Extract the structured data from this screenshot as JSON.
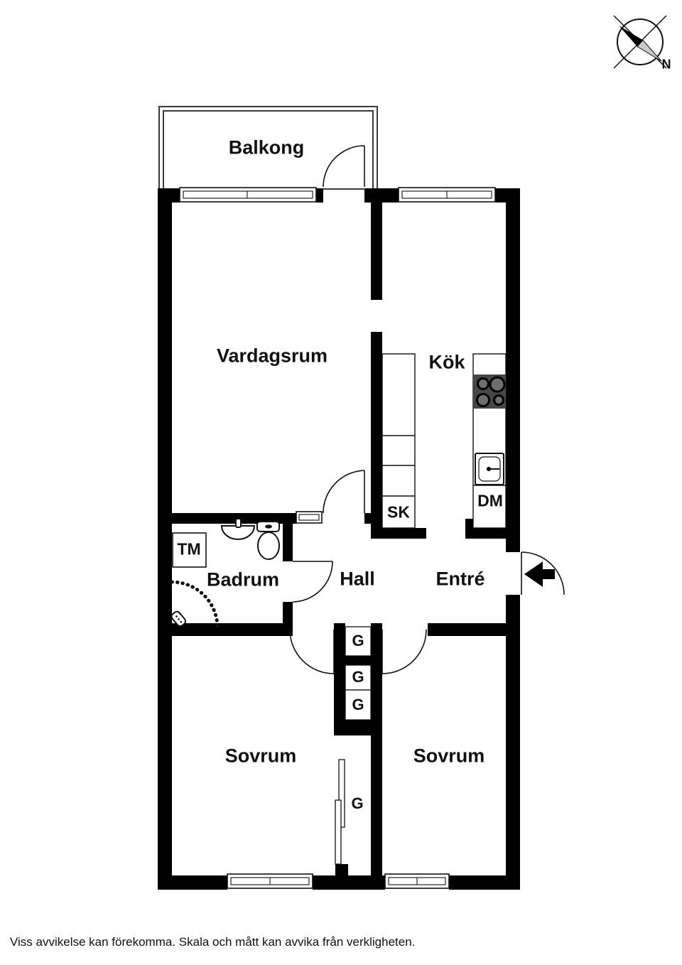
{
  "compass": {
    "north_label": "N"
  },
  "rooms": {
    "balcony": "Balkong",
    "living_room": "Vardagsrum",
    "kitchen": "Kök",
    "bathroom": "Badrum",
    "hall": "Hall",
    "entrance": "Entré",
    "bedroom_left": "Sovrum",
    "bedroom_right": "Sovrum"
  },
  "fixtures": {
    "cleaning_closet": "SK",
    "dishwasher": "DM",
    "washing_machine": "TM",
    "wardrobe_1": "G",
    "wardrobe_2": "G",
    "wardrobe_3": "G",
    "wardrobe_bedroom": "G"
  },
  "footer": {
    "disclaimer": "Viss avvikelse kan förekomma. Skala och mått kan avvika från verkligheten."
  },
  "colors": {
    "wall": "#000000",
    "line": "#111111",
    "stove_top": "#474747",
    "burner_fill": "#6e6e6e",
    "needle_gray": "#c9c9c9",
    "background": "#ffffff"
  }
}
